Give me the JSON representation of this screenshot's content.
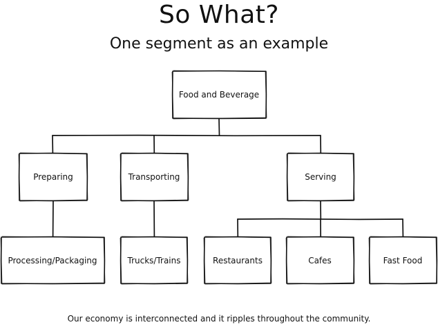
{
  "title": "So What?",
  "subtitle": "One segment as an example",
  "footer": "Our economy is interconnected and it ripples throughout the community.",
  "nodes": {
    "root": "Food and Beverage",
    "preparing": "Preparing",
    "transporting": "Transporting",
    "serving": "Serving",
    "processing": "Processing/Packaging",
    "trucks": "Trucks/Trains",
    "restaurants": "Restaurants",
    "cafes": "Cafes",
    "fastfood": "Fast Food"
  },
  "edges": [
    [
      "root",
      "preparing"
    ],
    [
      "root",
      "transporting"
    ],
    [
      "root",
      "serving"
    ],
    [
      "preparing",
      "processing"
    ],
    [
      "transporting",
      "trucks"
    ],
    [
      "serving",
      "restaurants"
    ],
    [
      "serving",
      "cafes"
    ],
    [
      "serving",
      "fastfood"
    ]
  ]
}
